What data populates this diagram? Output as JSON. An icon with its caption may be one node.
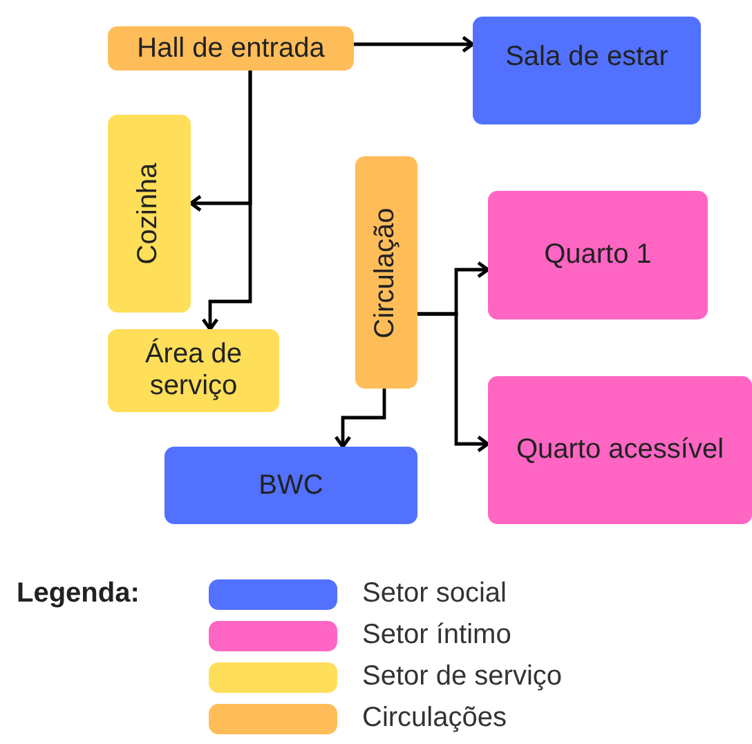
{
  "diagram": {
    "nodes": [
      {
        "text": [
          "Hall de entrada"
        ]
      },
      {
        "text": [
          "Sala de estar"
        ]
      },
      {
        "text": [
          "Cozinha"
        ]
      },
      {
        "text": [
          "Área de serviço"
        ]
      },
      {
        "text": [
          "Circulação"
        ]
      },
      {
        "text": [
          "Quarto 1"
        ]
      },
      {
        "text": [
          "Quarto acessível"
        ]
      },
      {
        "text": [
          "BWC"
        ]
      }
    ],
    "edges": [
      {
        "from": 0,
        "to": 1,
        "arrow": "to"
      },
      {
        "from": 0,
        "to": 2,
        "arrow": "to"
      },
      {
        "from": 0,
        "to": 3,
        "arrow": "to"
      },
      {
        "from": 4,
        "to": 5,
        "arrow": "to"
      },
      {
        "from": 4,
        "to": 6,
        "arrow": "to"
      },
      {
        "from": 4,
        "to": 7,
        "arrow": "to"
      }
    ],
    "labels": [
      "Legenda:"
    ],
    "legend": [
      {
        "text": "Setor social",
        "color": "#5271ff"
      },
      {
        "text": "Setor íntimo",
        "color": "#ff66c4"
      },
      {
        "text": "Setor de serviço",
        "color": "#ffde59"
      },
      {
        "text": "Circulações",
        "color": "#ffbd59"
      }
    ]
  }
}
